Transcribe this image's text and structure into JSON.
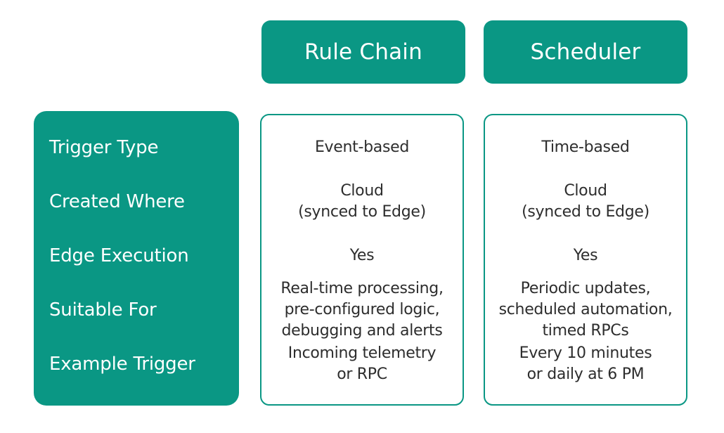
{
  "palette": {
    "teal": "#0a9784",
    "text_dark": "#2d2d2d",
    "text_light": "#ffffff",
    "background": "#ffffff"
  },
  "comparison": {
    "row_labels": [
      "Trigger Type",
      "Created Where",
      "Edge Execution",
      "Suitable For",
      "Example Trigger"
    ],
    "columns": [
      {
        "header": "Rule Chain",
        "cells": [
          "Event-based",
          "Cloud\n(synced to Edge)",
          "Yes",
          "Real-time processing,\npre-configured logic,\ndebugging and alerts",
          "Incoming telemetry\nor RPC"
        ]
      },
      {
        "header": "Scheduler",
        "cells": [
          "Time-based",
          "Cloud\n(synced to Edge)",
          "Yes",
          "Periodic updates,\nscheduled automation,\ntimed RPCs",
          "Every 10 minutes\nor daily at 6 PM"
        ]
      }
    ]
  }
}
